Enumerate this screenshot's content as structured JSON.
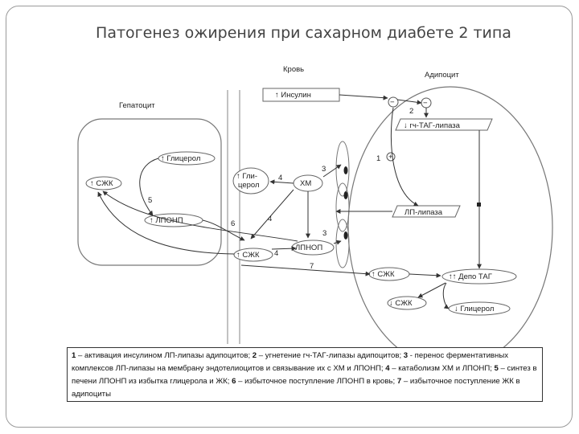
{
  "title": "Патогенез ожирения при сахарном диабете 2 типа",
  "regions": {
    "blood": "Кровь",
    "adipocyte": "Адипоцит",
    "hepatocyte": "Гепатоцит"
  },
  "nodes": {
    "insulin": "↑ Инсулин",
    "hs_tag_lipase": "↓ гч-ТАГ-липаза",
    "lp_lipase": "ЛП-липаза",
    "glycerol_hep": "↑ Глицерол",
    "ffa_hep": "↑ СЖК",
    "vldl_hep": "↑ ЛПОНП",
    "glycerol_blood_1": "↑ Гли-",
    "glycerol_blood_2": "церол",
    "chylomicron": "ХМ",
    "vldl_blood": "ЛПНОП",
    "ffa_blood": "↑ СЖК",
    "ffa_adip_in": "↑ СЖК",
    "depot_tag": "↑↑ Депо ТАГ",
    "ffa_adip_out": "↓ СЖК",
    "glycerol_adip": "↓ Глицерол"
  },
  "marks": {
    "minus_1": "−",
    "minus_2": "−",
    "plus": "+"
  },
  "step_labels": {
    "s1": "1",
    "s2": "2",
    "s3a": "3",
    "s3b": "3",
    "s4a": "4",
    "s4b": "4",
    "s4c": "4",
    "s5": "5",
    "s6": "6",
    "s7": "7"
  },
  "caption": {
    "n1": "1",
    "t1": " – активация инсулином ЛП-липазы адипоцитов; ",
    "n2": "2",
    "t2": " – угнетение гч-ТАГ-липазы адипоцитов; ",
    "n3": "3",
    "t3": " - перенос ферментативных комплексов ЛП-липазы на мембрану эндотелиоцитов и связывание их с ХМ и ЛПОНП; ",
    "n4": "4",
    "t4": " – катаболизм ХМ и ЛПОНП; ",
    "n5": "5",
    "t5": " – синтез в печени ЛПОНП из избытка глицерола и ЖК; ",
    "n6": "6",
    "t6": " – избыточное поступление ЛПОНП в кровь; ",
    "n7": "7",
    "t7": " – избыточное поступление ЖК в адипоциты"
  }
}
